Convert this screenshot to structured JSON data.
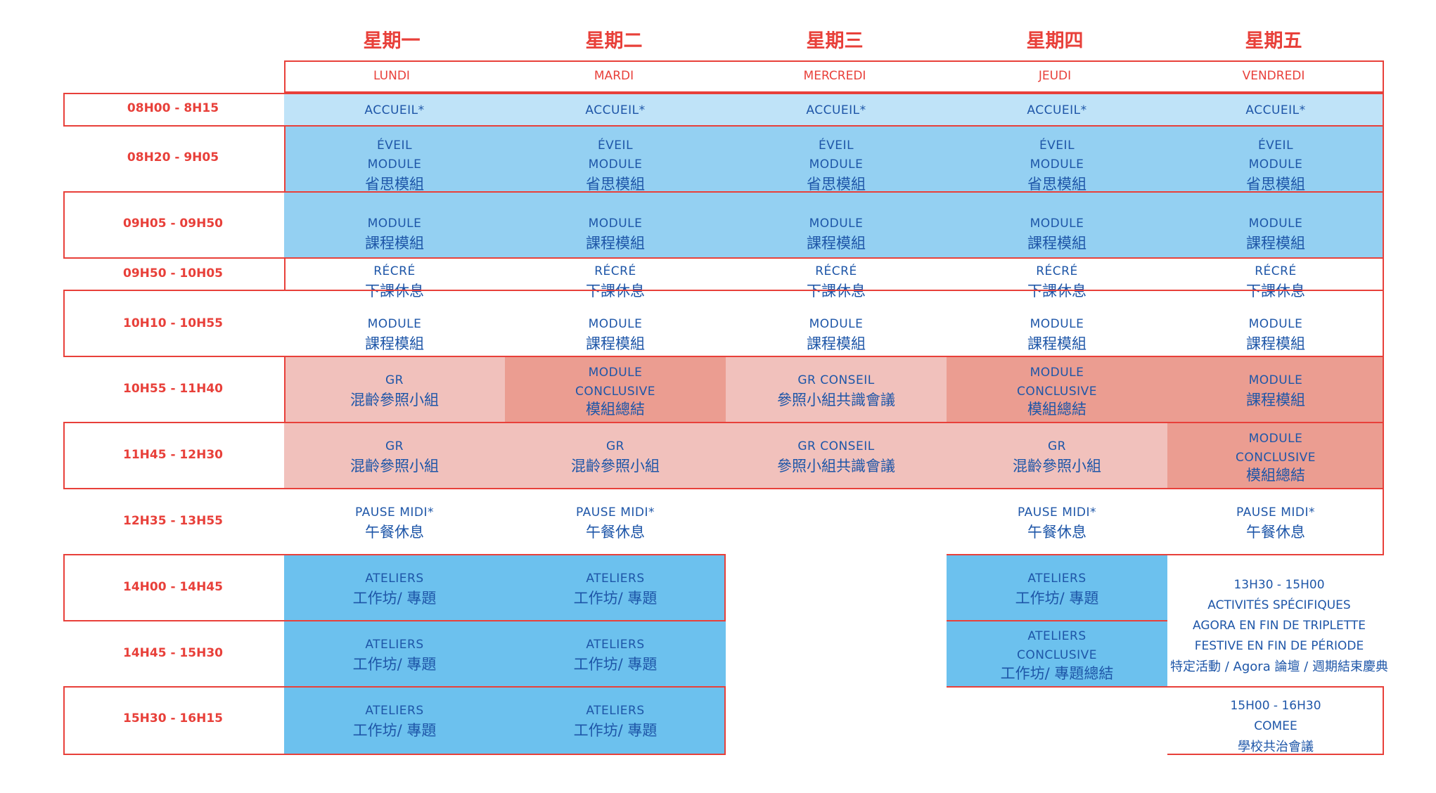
{
  "colors": {
    "red_line": "#e8403a",
    "text_blue": "#1e56a8",
    "light_blue": "#bfe3f8",
    "mid_blue": "#94d0f2",
    "strong_blue": "#6cc1ee",
    "salmon": "#eb9d91",
    "light_pink": "#f1c1bc"
  },
  "days": [
    {
      "cn": "星期一",
      "fr": "LUNDI"
    },
    {
      "cn": "星期二",
      "fr": "MARDI"
    },
    {
      "cn": "星期三",
      "fr": "MERCREDI"
    },
    {
      "cn": "星期四",
      "fr": "JEUDI"
    },
    {
      "cn": "星期五",
      "fr": "VENDREDI"
    }
  ],
  "times": [
    "08H00 - 8H15",
    "08H20 - 9H05",
    "09H05 - 09H50",
    "09H50 - 10H05",
    "10H10 - 10H55",
    "10H55 - 11H40",
    "11H45 - 12H30",
    "12H35 - 13H55",
    "14H00 - 14H45",
    "14H45 - 15H30",
    "15H30 - 16H15"
  ],
  "blocks": {
    "accueil": {
      "fr": "ACCUEIL*"
    },
    "eveil": {
      "fr1": "ÉVEIL",
      "fr2": "MODULE",
      "zh": "省思模組"
    },
    "module": {
      "fr": "MODULE",
      "zh": "課程模組"
    },
    "recre": {
      "fr": "RÉCRÉ",
      "zh": "下課休息"
    },
    "gr": {
      "fr": "GR",
      "zh": "混齡參照小組"
    },
    "gr_conseil": {
      "fr": "GR CONSEIL",
      "zh": "參照小組共識會議"
    },
    "module_conclusive": {
      "fr1": "MODULE",
      "fr2": "CONCLUSIVE",
      "zh": "模組總結"
    },
    "pause": {
      "fr": "PAUSE MIDI*",
      "zh": "午餐休息"
    },
    "ateliers": {
      "fr": "ATELIERS",
      "zh": "工作坊/ 專題"
    },
    "ateliers_conclusive": {
      "fr1": "ATELIERS",
      "fr2": "CONCLUSIVE",
      "zh": "工作坊/ 專題總結"
    }
  },
  "friday_afternoon": {
    "line1": "13H30 - 15H00",
    "line2": "ACTIVITÉS SPÉCIFIQUES",
    "line3": "AGORA EN FIN DE TRIPLETTE",
    "line4": "FESTIVE EN FIN DE PÉRIODE",
    "line5": "特定活動 / Agora 論壇 / 週期結束慶典"
  },
  "friday_late": {
    "line1": "15H00 - 16H30",
    "line2": "COMEE",
    "line3": "學校共治會議"
  }
}
